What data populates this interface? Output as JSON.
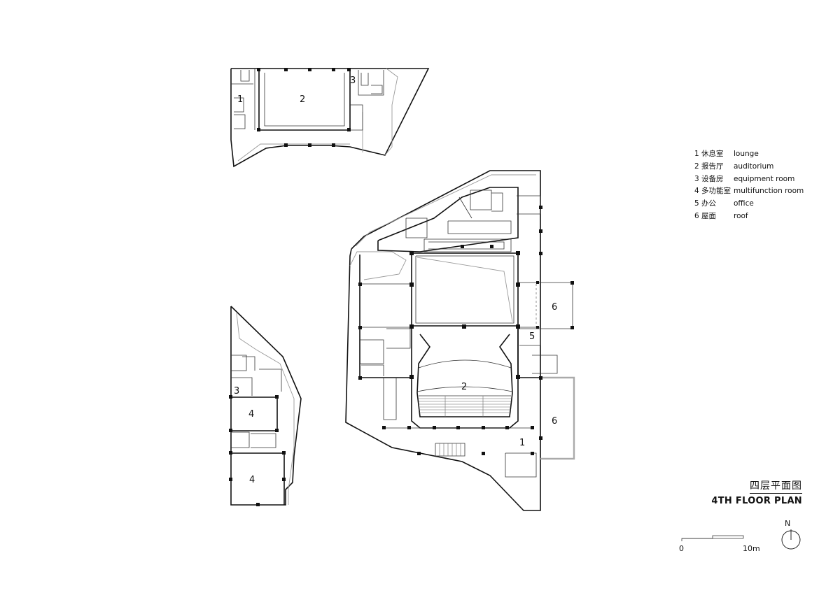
{
  "legend": [
    {
      "cn": "1 休息室",
      "en": "lounge"
    },
    {
      "cn": "2 报告厅",
      "en": "auditorium"
    },
    {
      "cn": "3 设备房",
      "en": "equipment room"
    },
    {
      "cn": "4 多功能室",
      "en": "multifunction room"
    },
    {
      "cn": "5 办公",
      "en": "office"
    },
    {
      "cn": "6 屋面",
      "en": "roof"
    }
  ],
  "title": {
    "cn": "四层平面图",
    "en": "4TH FLOOR PLAN"
  },
  "scale": {
    "start": "0",
    "end": "10m"
  },
  "north": "N",
  "room_labels": {
    "top_lounge": "1",
    "top_auditorium": "2",
    "top_equipment": "3",
    "left_equipment": "3",
    "left_multifunction_upper": "4",
    "left_multifunction_lower": "4",
    "main_auditorium": "2",
    "main_lounge": "1",
    "main_office": "5",
    "main_roof_upper": "6",
    "main_roof_lower": "6"
  }
}
